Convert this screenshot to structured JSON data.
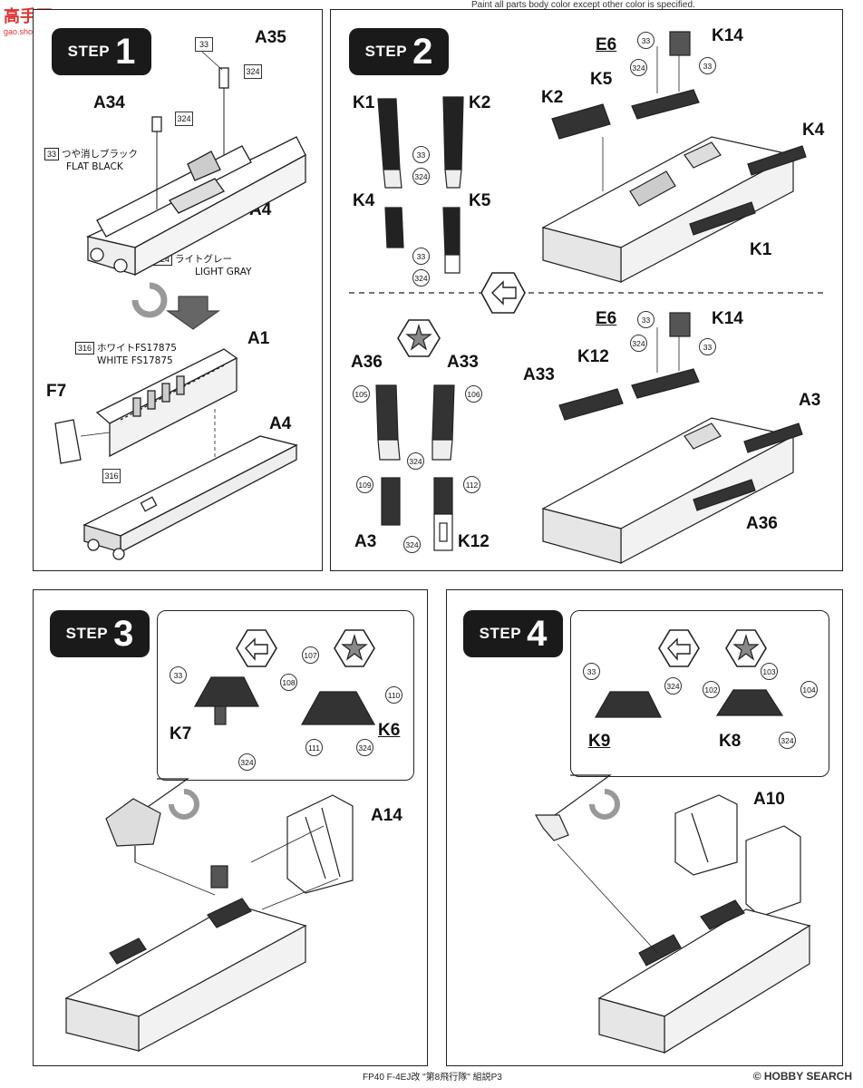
{
  "header": {
    "watermark_main": "高手网",
    "watermark_sub": "gao.shou.net",
    "top_note": "Paint all parts body color except other color is specified."
  },
  "step1": {
    "word": "STEP",
    "number": "1",
    "labels": {
      "a35": "A35",
      "a34": "A34",
      "a4_top": "A4",
      "a1": "A1",
      "f7": "F7",
      "a4_bottom": "A4"
    },
    "codes": {
      "c33_top": "33",
      "c324_top": "324",
      "c324_a34": "324",
      "c324_f7": "316"
    },
    "paints": [
      {
        "code": "33",
        "jp": "つや消しブラック",
        "en": "FLAT BLACK"
      },
      {
        "code": "324",
        "jp": "ライトグレー",
        "en": "LIGHT GRAY"
      },
      {
        "code": "316",
        "jp": "ホワイトFS17875",
        "en": "WHITE FS17875"
      }
    ]
  },
  "step2": {
    "word": "STEP",
    "number": "2",
    "labels": {
      "k1": "K1",
      "k2": "K2",
      "k4": "K4",
      "k5": "K5",
      "e6": "E6",
      "k14": "K14",
      "k5b": "K5",
      "k2b": "K2",
      "k4b": "K4",
      "k1b": "K1",
      "a36": "A36",
      "a33": "A33",
      "a3": "A3",
      "k12": "K12",
      "e6b": "E6",
      "k14b": "K14",
      "k12b": "K12",
      "a33b": "A33",
      "a3b": "A3",
      "a36b": "A36"
    },
    "codes": {
      "c33": "33",
      "c324": "324",
      "c105": "105",
      "c106": "106",
      "c109": "109",
      "c112": "112"
    }
  },
  "step3": {
    "word": "STEP",
    "number": "3",
    "labels": {
      "k7": "K7",
      "k6": "K6",
      "a14": "A14"
    },
    "codes": {
      "c33": "33",
      "c324": "324",
      "c107": "107",
      "c108": "108",
      "c110": "110",
      "c111": "111"
    }
  },
  "step4": {
    "word": "STEP",
    "number": "4",
    "labels": {
      "k9": "K9",
      "k8": "K8",
      "a10": "A10"
    },
    "codes": {
      "c33": "33",
      "c324": "324",
      "c102": "102",
      "c103": "103",
      "c104": "104"
    }
  },
  "footer": {
    "caption": "FP40  F-4EJ改 \"第8飛行隊\"  組説P3",
    "copyright": "©",
    "brand": "HOBBY SEARCH"
  }
}
